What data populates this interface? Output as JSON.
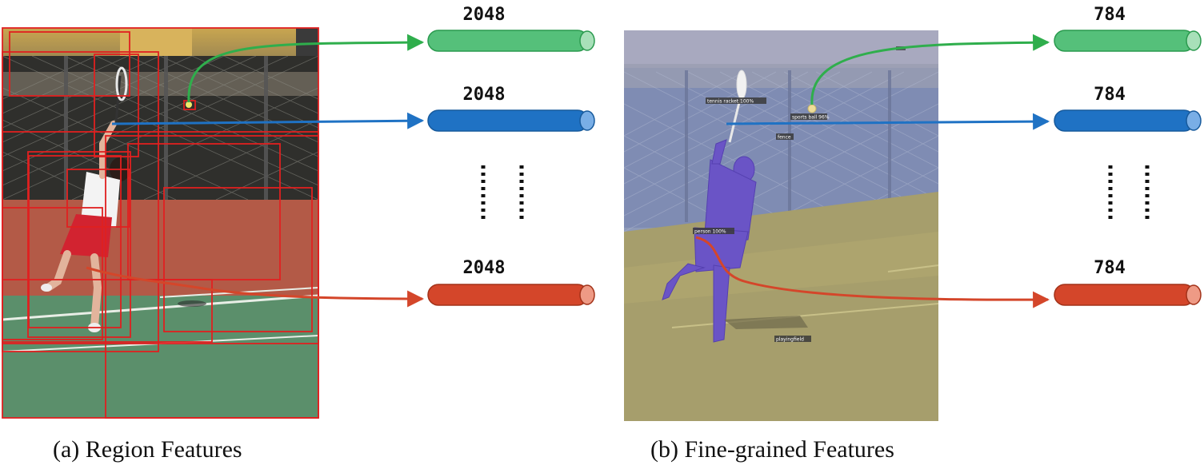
{
  "left_panel": {
    "caption": "(a) Region Features",
    "dims": [
      "2048",
      "2048",
      "2048"
    ]
  },
  "right_panel": {
    "caption": "(b) Fine-grained Features",
    "dims": [
      "784",
      "784",
      "784"
    ],
    "mask_labels": [
      "tennis racket 100%",
      "sports ball 96%",
      "fence",
      "person 100%",
      "playingfield"
    ]
  },
  "colors": {
    "green": "#55c07a",
    "blue": "#1f72c4",
    "red": "#d4462a",
    "box": "#e02020"
  }
}
